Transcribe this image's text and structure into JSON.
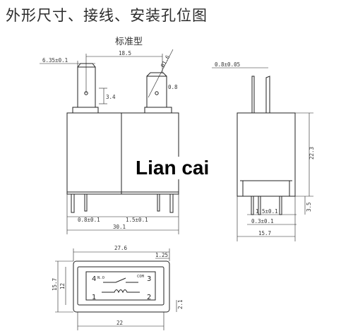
{
  "title": "外形尺寸、接线、安装孔位图",
  "subtitle": "标准型",
  "watermark": "Lian cai",
  "front_view": {
    "dim_top_pin": "6.35±0.1",
    "dim_top_span": "18.5",
    "dim_diameter": "Ø1.6",
    "dim_slot": "3.4",
    "dim_pin_width": "0.8",
    "dim_bottom_left": "0.8±0.1",
    "dim_bottom_right": "1.5±0.1",
    "dim_width": "30.1"
  },
  "side_view": {
    "dim_pin": "0.8±0.05",
    "dim_height": "22.3",
    "dim_pin_len": "3.5",
    "dim_pin_spacing": "1.5±0.1",
    "dim_pin_thickness": "0.3±0.1",
    "dim_depth": "15.7"
  },
  "bottom_view": {
    "dim_length": "27.6",
    "dim_pin_offset": "1.25",
    "dim_height_outer": "15.7",
    "dim_height_inner": "12",
    "dim_pin_span": "22",
    "dim_small": "2.1",
    "pin_labels": [
      "4",
      "3",
      "1",
      "2"
    ],
    "pin_note_left": "N.O",
    "pin_note_right": "COM"
  }
}
